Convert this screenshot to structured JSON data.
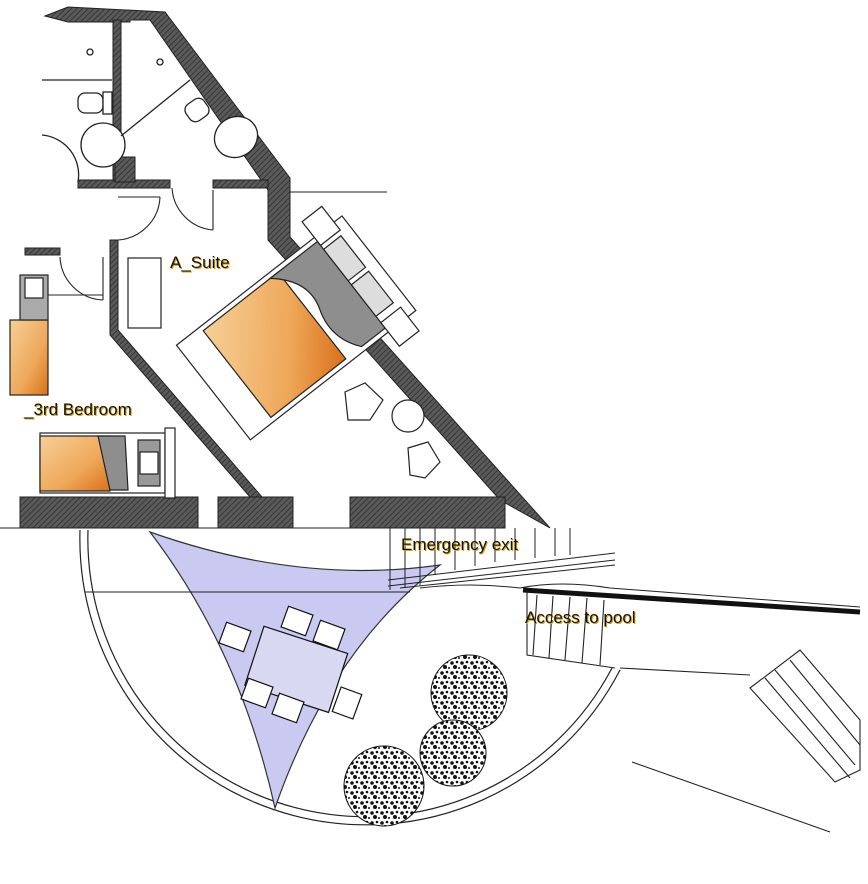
{
  "rooms": {
    "suite": "A_Suite",
    "bedroom3": "_3rd Bedroom"
  },
  "annotations": {
    "emergency_exit": "Emergency exit",
    "pool_access": "Access to pool"
  },
  "colors": {
    "wall": "#4a4a4a",
    "bed_cover": "#e88a30",
    "shade_sail": "#c9c9f2",
    "bedding_grey": "#8e8e8e"
  }
}
